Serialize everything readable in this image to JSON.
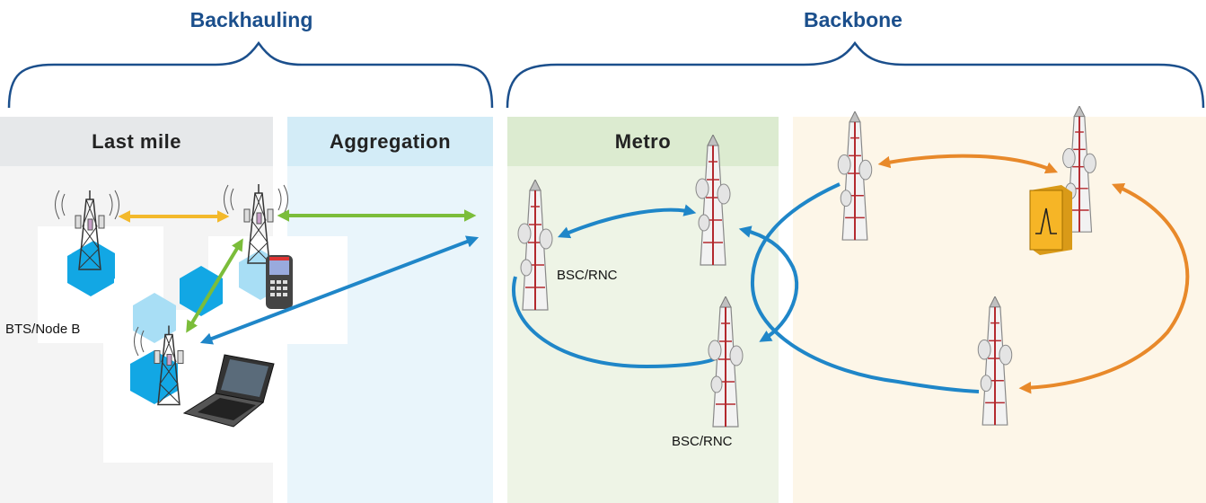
{
  "groups": {
    "backhauling": "Backhauling",
    "backbone": "Backbone"
  },
  "panels": {
    "last_mile": "Last mile",
    "aggregation": "Aggregation",
    "metro": "Metro"
  },
  "labels": {
    "bts_node_b": "BTS/Node B",
    "bsc_rnc_1": "BSC/RNC",
    "bsc_rnc_2": "BSC/RNC"
  },
  "colors": {
    "last_mile_bg": "#f4f4f4",
    "last_mile_head": "#e6e8ea",
    "aggregation_bg": "#e9f5fb",
    "aggregation_head": "#d3ecf7",
    "metro_bg": "#eef4e6",
    "metro_head": "#dcebd0",
    "backbone_bg": "#fdf6e8",
    "brace": "#1b4f8c",
    "link_blue": "#1f86c8",
    "link_orange": "#e8892a",
    "link_green": "#7bbd3a",
    "link_yellow": "#f3b92b",
    "hexagon": "#12a7e4"
  },
  "icons": [
    "cell-tower-icon",
    "mobile-phone-icon",
    "laptop-icon",
    "optical-filter-icon",
    "hexagon-cell-icon"
  ]
}
